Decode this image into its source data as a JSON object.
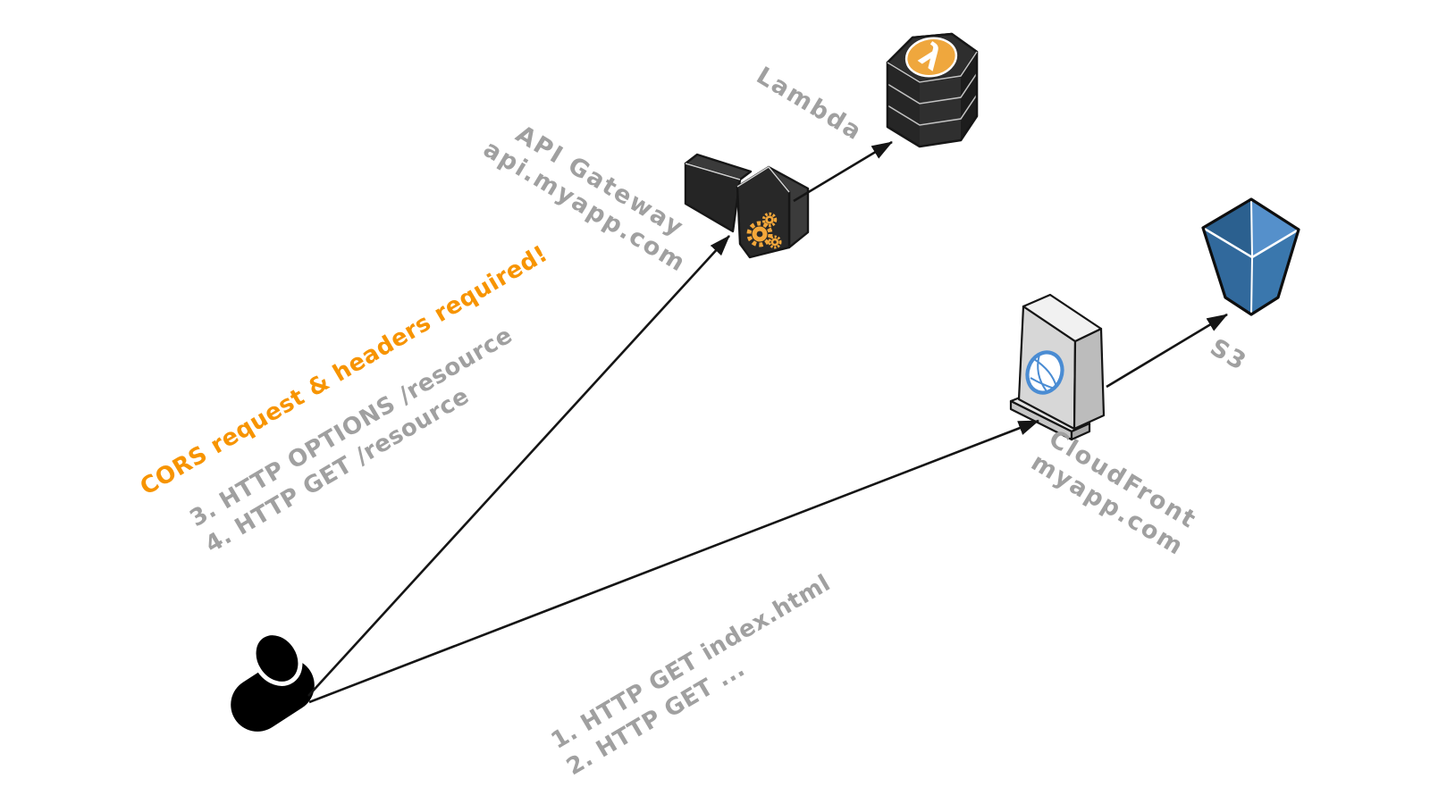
{
  "diagram": {
    "type": "aws-architecture-flow",
    "background": "#ffffff",
    "colors": {
      "annotation_orange": "#F79400",
      "label_gray": "#A0A0A0",
      "icon_dark": "#282828",
      "gear_orange": "#F3A73A",
      "lambda_orange": "#EFA73D",
      "cloudfront_blue": "#4A8CD3",
      "s3_blue": "#3A77AD",
      "arrow_black": "#151515"
    },
    "nodes": {
      "user": {
        "name": "user"
      },
      "api_gateway": {
        "label": "API Gateway",
        "sublabel": "api.myapp.com"
      },
      "lambda": {
        "label": "Lambda"
      },
      "cloudfront": {
        "label": "CloudFront",
        "sublabel": "myapp.com"
      },
      "s3": {
        "label": "S3"
      }
    },
    "annotations": {
      "cors": "CORS request & headers required!",
      "api_steps": [
        "3. HTTP OPTIONS /resource",
        "4. HTTP GET /resource"
      ],
      "cdn_steps": [
        "1. HTTP GET index.html",
        "2. HTTP GET  ..."
      ]
    },
    "edges": [
      {
        "from": "user",
        "to": "api_gateway"
      },
      {
        "from": "user",
        "to": "cloudfront"
      },
      {
        "from": "api_gateway",
        "to": "lambda"
      },
      {
        "from": "cloudfront",
        "to": "s3"
      }
    ]
  }
}
